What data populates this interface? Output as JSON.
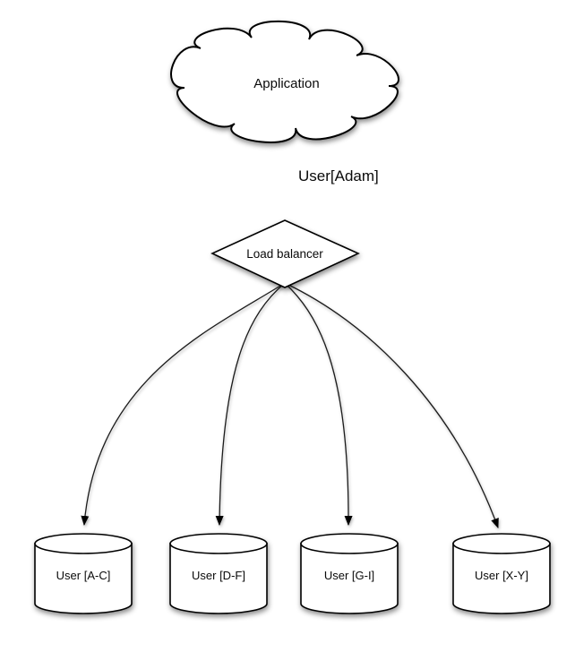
{
  "diagram": {
    "background_color": "#ffffff",
    "stroke_color": "#000000",
    "node_fill_color": "#ffffff",
    "nodes": {
      "application": {
        "label": "Application",
        "shape": "cloud"
      },
      "load_balancer": {
        "label": "Load balancer",
        "shape": "diamond"
      },
      "shards": [
        {
          "label": "User [A-C]",
          "shape": "cylinder"
        },
        {
          "label": "User [D-F]",
          "shape": "cylinder"
        },
        {
          "label": "User [G-I]",
          "shape": "cylinder"
        },
        {
          "label": "User [X-Y]",
          "shape": "cylinder"
        }
      ]
    },
    "edges": {
      "app_to_lb_label": "User[Adam]"
    }
  }
}
